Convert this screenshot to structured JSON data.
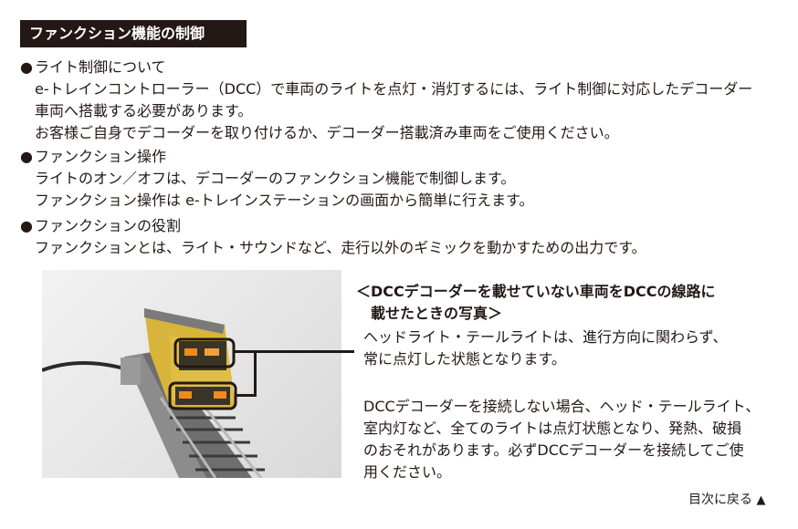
{
  "header": {
    "title": "ファンクション機能の制御"
  },
  "sections": [
    {
      "bullet": "●",
      "title": "ライト制御について",
      "lines": [
        "e-トレインコントローラー（DCC）で車両のライトを点灯・消灯するには、ライト制御に対応したデコーダー",
        "車両へ搭載する必要があります。",
        "お客様ご自身でデコーダーを取り付けるか、デコーダー搭載済み車両をご使用ください。"
      ]
    },
    {
      "bullet": "●",
      "title": "ファンクション操作",
      "lines": [
        "ライトのオン／オフは、デコーダーのファンクション機能で制御します。",
        "ファンクション操作は e-トレインステーションの画面から簡単に行えます。"
      ]
    },
    {
      "bullet": "●",
      "title": "ファンクションの役割",
      "lines": [
        "ファンクションとは、ライト・サウンドなど、走行以外のギミックを動かすための出力です。"
      ]
    }
  ],
  "photo": {
    "caption_title_lines": [
      "＜DCCデコーダーを載せていない車両をDCCの線路に",
      "　載せたときの写真＞"
    ],
    "caption_paragraph1": [
      "ヘッドライト・テールライトは、進行方向に関わらず、",
      "常に点灯した状態となります。"
    ],
    "caption_paragraph2": [
      "DCCデコーダーを接続しない場合、ヘッド・テールライト、",
      "室内灯など、全てのライトは点灯状態となり、発熱、破損",
      "のおそれがあります。必ずDCCデコーダーを接続してご使",
      "用ください。"
    ]
  },
  "footer": {
    "toc_label": "目次に戻る",
    "toc_icon": "▲"
  },
  "colors": {
    "text": "#231815",
    "header_bg": "#231815",
    "train_body": "#d9b43a",
    "light": "#f08a1c"
  }
}
